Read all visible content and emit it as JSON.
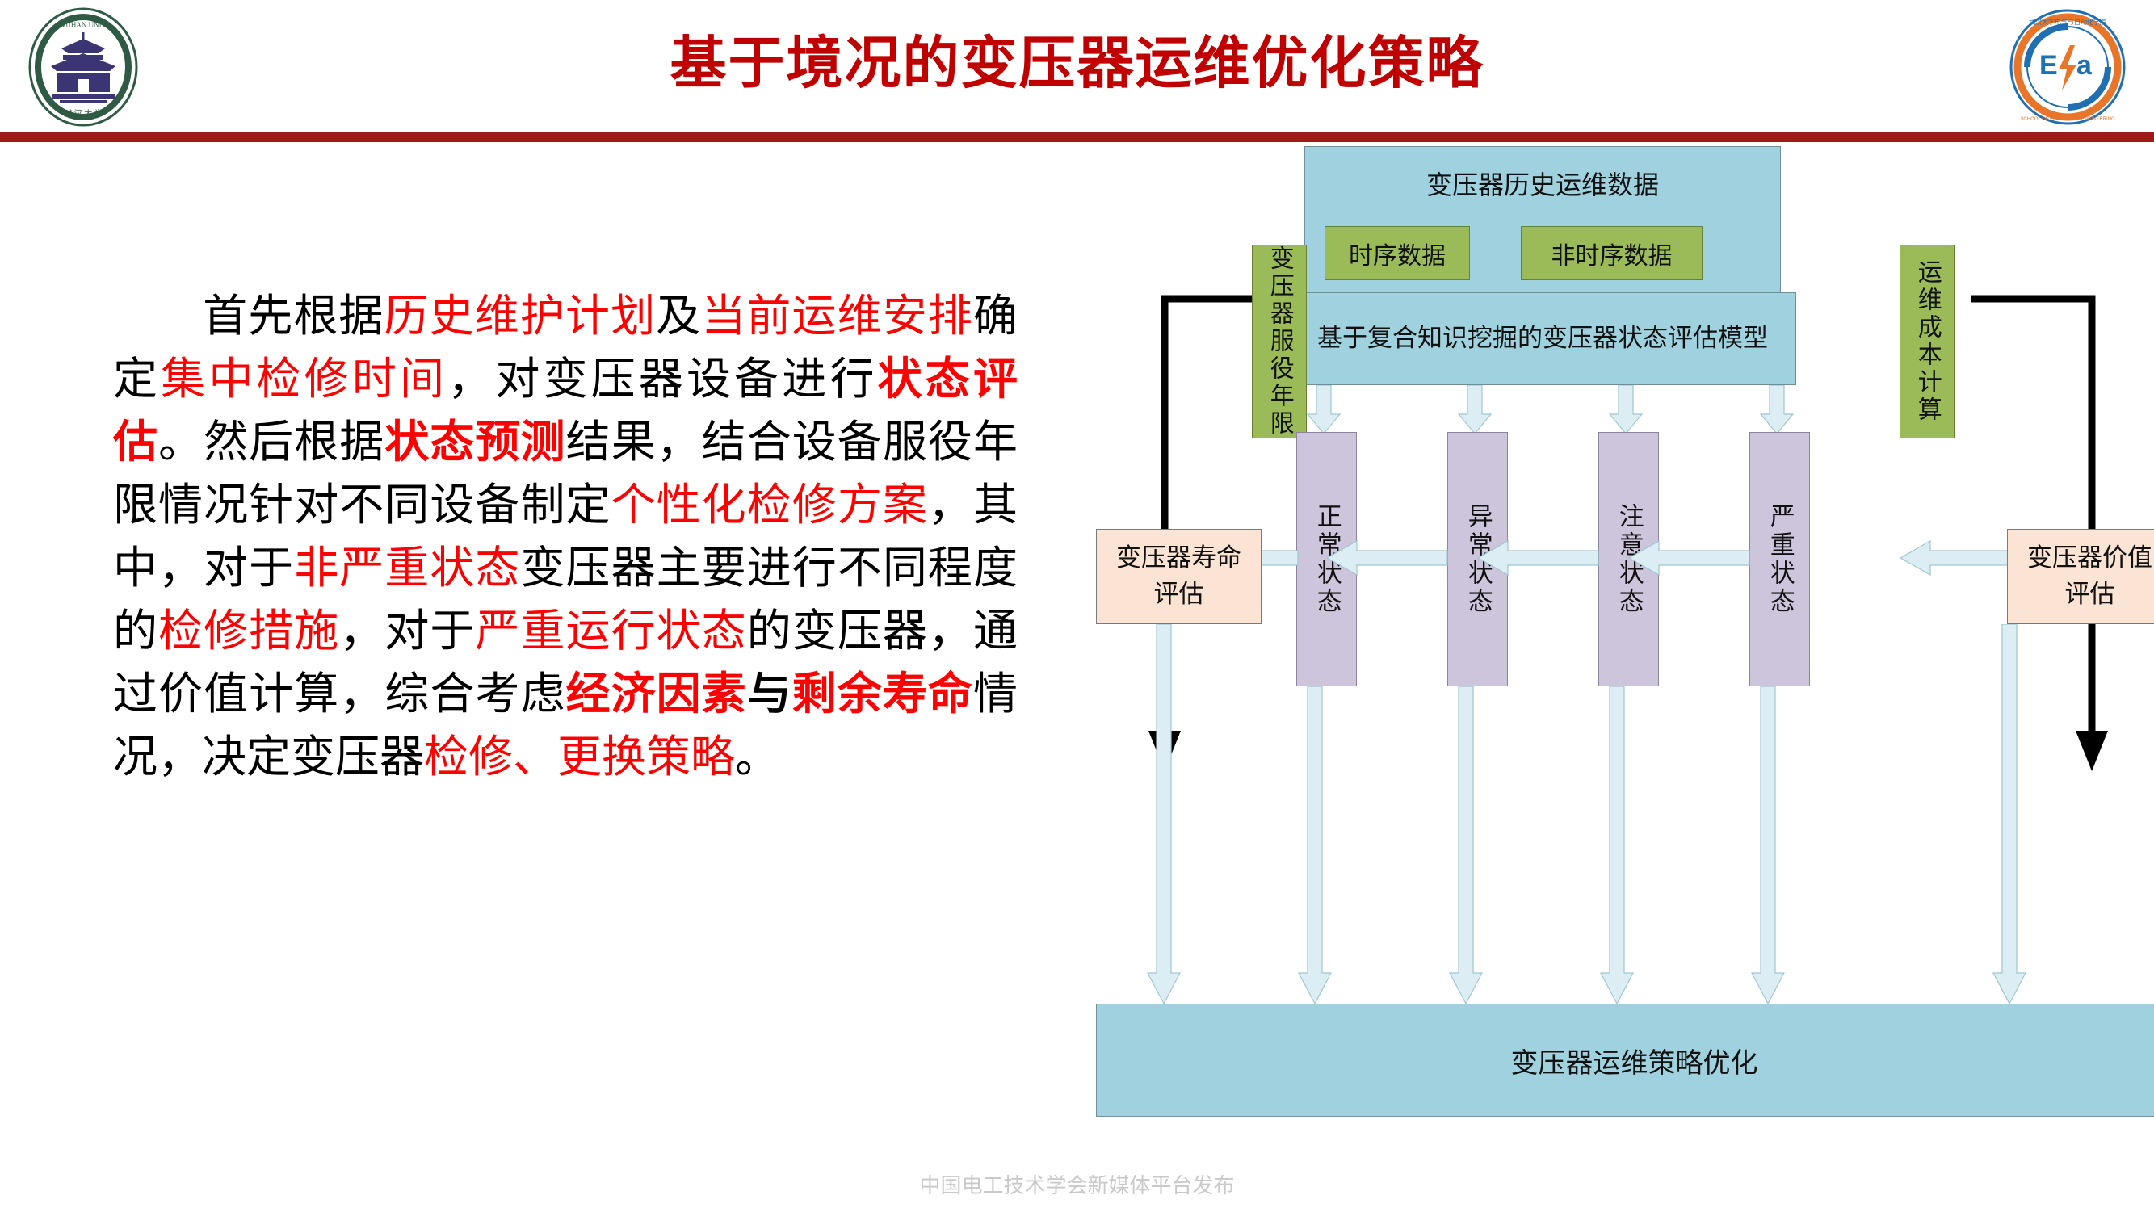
{
  "header": {
    "title": "基于境况的变压器运维优化策略",
    "left_logo_name": "武汉大学",
    "left_logo_en": "WUHAN UNIVERSITY",
    "right_logo_name": "武汉大学电气与自动化学院",
    "right_logo_en": "SCHOOL OF ELECTRICAL ENGINEERING & AUTOMATION WHU",
    "right_logo_mark": "E/A",
    "rule_color": "#9E1B16",
    "title_color": "#C00000"
  },
  "body": {
    "segments": [
      {
        "text": "首先根据",
        "style": "black"
      },
      {
        "text": "历史维护计划",
        "style": "red"
      },
      {
        "text": "及",
        "style": "black"
      },
      {
        "text": "当前运维安排",
        "style": "red"
      },
      {
        "text": "确定",
        "style": "black"
      },
      {
        "text": "集中检修时间",
        "style": "red"
      },
      {
        "text": "，对变压器设备进行",
        "style": "black"
      },
      {
        "text": "状态评估",
        "style": "red-bold"
      },
      {
        "text": "。然后根据",
        "style": "black"
      },
      {
        "text": "状态预测",
        "style": "red-bold"
      },
      {
        "text": "结果，结合设备服役年限情况针对不同设备制定",
        "style": "black"
      },
      {
        "text": "个性化检修方案",
        "style": "red"
      },
      {
        "text": "，其中，对于",
        "style": "black"
      },
      {
        "text": "非严重状态",
        "style": "red"
      },
      {
        "text": "变压器主要进行不同程度的",
        "style": "black"
      },
      {
        "text": "检修措施",
        "style": "red"
      },
      {
        "text": "，对于",
        "style": "black"
      },
      {
        "text": "严重运行状态",
        "style": "red"
      },
      {
        "text": "的变压器，通过价值计算，综合考虑",
        "style": "black"
      },
      {
        "text": "经济因素",
        "style": "red-bold"
      },
      {
        "text": "与",
        "style": "black-bold"
      },
      {
        "text": "剩余寿命",
        "style": "red-bold"
      },
      {
        "text": "情况，决定变压器",
        "style": "black"
      },
      {
        "text": "检修、更换策略",
        "style": "red"
      },
      {
        "text": "。",
        "style": "black"
      }
    ]
  },
  "diagram": {
    "data_source": {
      "title": "变压器历史运维数据",
      "children": [
        "时序数据",
        "非时序数据"
      ],
      "color": "#9FD2DE",
      "child_color": "#9BBB59"
    },
    "model": {
      "label": "基于复合知识挖掘的变压器状态评估模型",
      "color": "#9FD2DE"
    },
    "left_side_label": "变压器服役年限",
    "right_side_label": "运维成本计算",
    "side_label_color": "#9BBB59",
    "states": [
      "正常状态",
      "异常状态",
      "注意状态",
      "严重状态"
    ],
    "state_color": "#CDC5DB",
    "life_assessment": "变压器寿命评估",
    "value_assessment": "变压器价值评估",
    "assessment_color": "#FBE4D3",
    "outcome": "变压器运维策略优化",
    "outcome_color": "#9FD2DE",
    "arrow_color": "#DCEEF3",
    "connector_color": "#000000"
  },
  "footer": {
    "text": "中国电工技术学会新媒体平台发布"
  }
}
